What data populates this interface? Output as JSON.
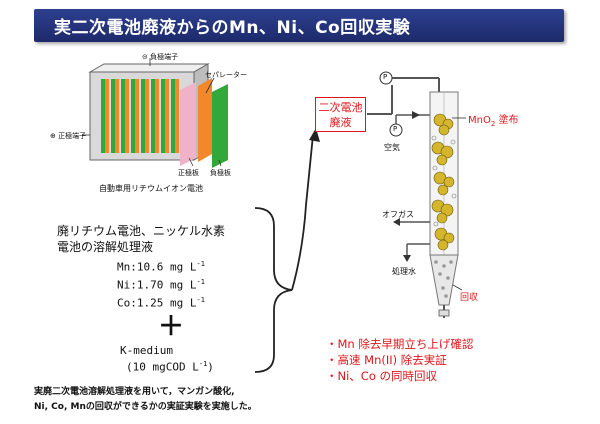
{
  "title": "実二次電池廃液からのMn、Ni、Co回収実験",
  "battery_labels": {
    "neg_terminal": "⊝ 負極端子",
    "pos_terminal": "⊕ 正極端子",
    "separator": "セパレーター",
    "pos_plate": "正極板",
    "neg_plate": "負極板",
    "caption": "自動車用リチウムイオン電池"
  },
  "solution": {
    "title_line1": "廃リチウム電池、ニッケル水素",
    "title_line2": "電池の溶解処理液",
    "mn": "Mn:10.6 mg L",
    "ni": "Ni:1.70 mg L",
    "co": "Co:1.25 mg L",
    "exp": "-1",
    "plus": "＋",
    "medium": "K-medium",
    "cod": "(10 mgCOD L",
    "cod_close": ")"
  },
  "description_line1": "実廃二次電池溶解処理液を用いて，マンガン酸化,",
  "description_line2": "Ni, Co, Mnの回収ができるかの実証実験を実施した。",
  "reactor": {
    "feed_label_1": "二次電池",
    "feed_label_2": "廃液",
    "pump": "P",
    "coating": "MnO",
    "coating_sub": "2",
    "coating_suffix": " 塗布",
    "air": "空気",
    "offgas": "オフガス",
    "treated_water": "処理水",
    "recovery": "回収"
  },
  "results": [
    "・Mn 除去早期立ち上げ確認",
    "・高速 Mn(II) 除去実証",
    "・Ni、Co の同時回収"
  ],
  "colors": {
    "title_bg": "#24347a",
    "accent_red": "#e0151b",
    "orange": "#f2872b",
    "green": "#33a83a",
    "pink": "#f0b2c8"
  }
}
